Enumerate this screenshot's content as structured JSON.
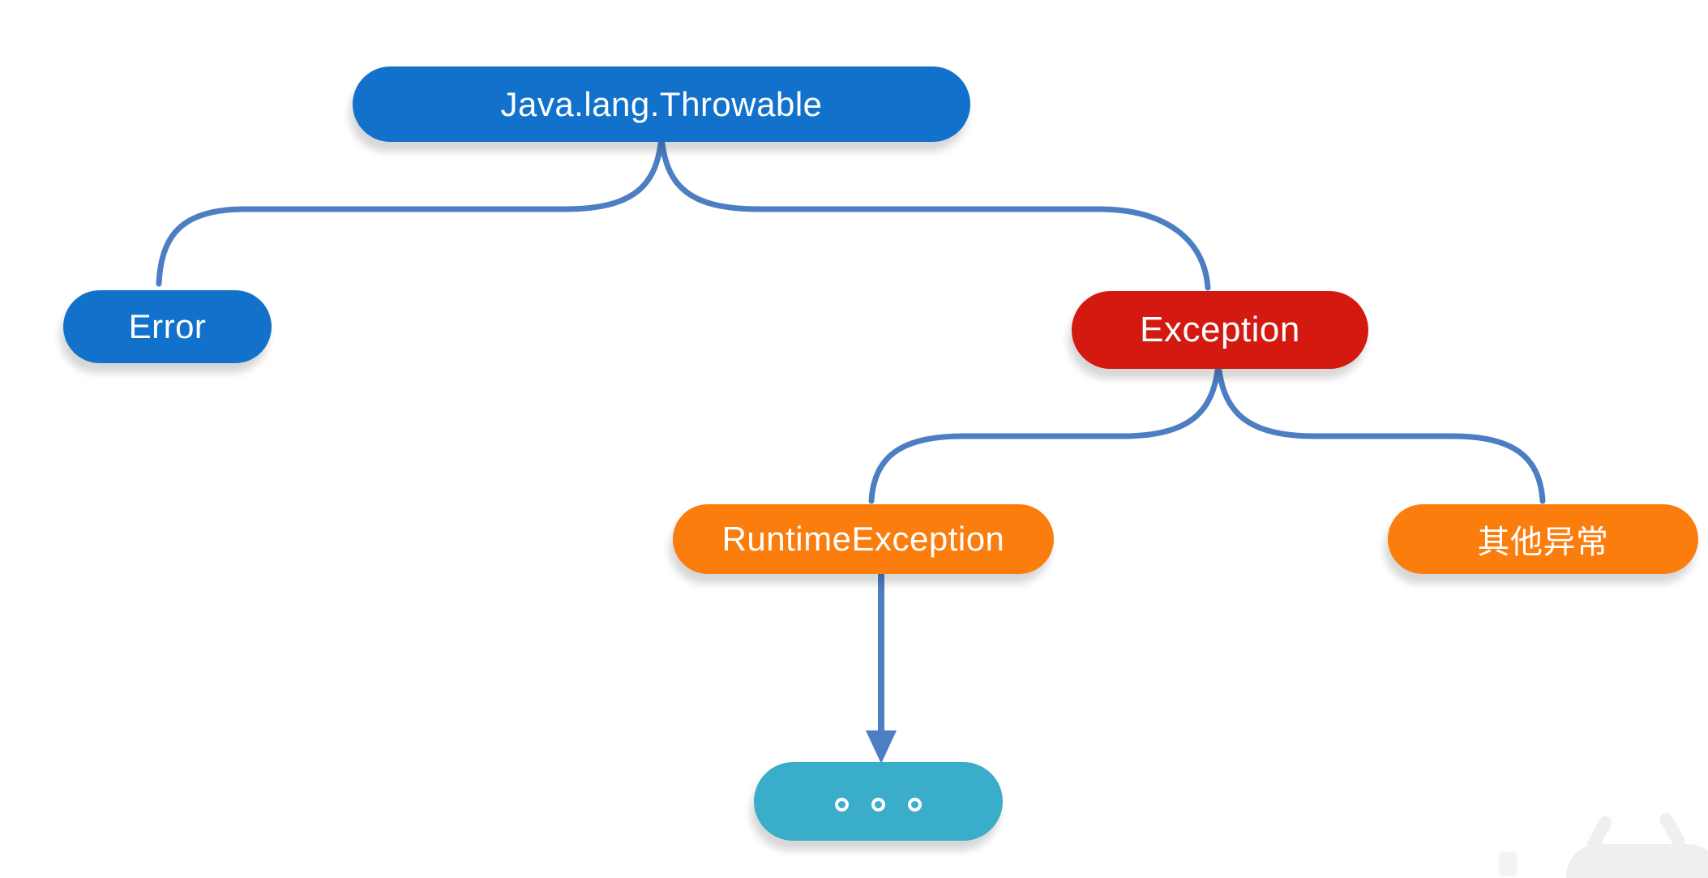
{
  "diagram": {
    "title": "Java Throwable class hierarchy",
    "nodes": [
      {
        "id": "throwable",
        "label": "Java.lang.Throwable",
        "color": "#1272cb",
        "shape": "pill"
      },
      {
        "id": "error",
        "label": "Error",
        "color": "#1272cb",
        "shape": "pill"
      },
      {
        "id": "exception",
        "label": "Exception",
        "color": "#d41a10",
        "shape": "pill"
      },
      {
        "id": "runtime_exception",
        "label": "RuntimeException",
        "color": "#fa7d0e",
        "shape": "pill"
      },
      {
        "id": "other_exception",
        "label": "其他异常",
        "color": "#fa7d0e",
        "shape": "pill"
      },
      {
        "id": "more",
        "label": "",
        "color": "#3aadca",
        "shape": "pill",
        "icon": "ellipsis-dots-icon"
      }
    ],
    "edges": [
      {
        "from": "throwable",
        "to": "error",
        "style": "curve"
      },
      {
        "from": "throwable",
        "to": "exception",
        "style": "curve"
      },
      {
        "from": "exception",
        "to": "runtime_exception",
        "style": "curve"
      },
      {
        "from": "exception",
        "to": "other_exception",
        "style": "curve"
      },
      {
        "from": "runtime_exception",
        "to": "more",
        "style": "arrow"
      }
    ]
  },
  "colors": {
    "connector": "#4d7ec3",
    "node_blue": "#1272cb",
    "node_red": "#d41a10",
    "node_orange": "#fa7d0e",
    "node_teal": "#3aadca",
    "text": "#ffffff",
    "background": "#ffffff",
    "watermark_gray": "#efefef"
  }
}
